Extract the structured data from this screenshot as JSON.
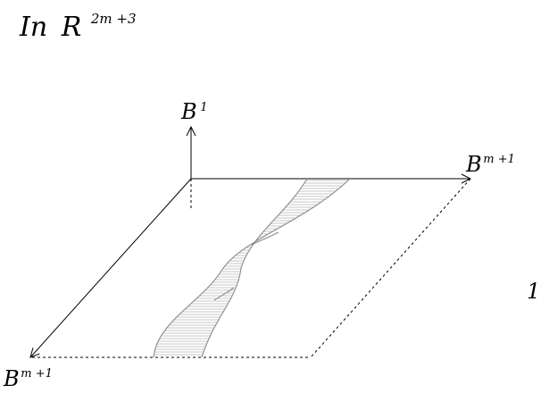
{
  "title": {
    "prefix": "In",
    "base": "R",
    "exponent": "2m +3"
  },
  "axes": {
    "vertical": {
      "base": "B",
      "exponent": "1"
    },
    "right": {
      "base": "B",
      "exponent": "m +1"
    },
    "front": {
      "base": "B",
      "exponent": "m +1"
    }
  },
  "edge_glyph": "1",
  "colors": {
    "ink": "#000000",
    "band_edge": "#8a8a8a",
    "band_hatch": "#b5b5b5"
  }
}
